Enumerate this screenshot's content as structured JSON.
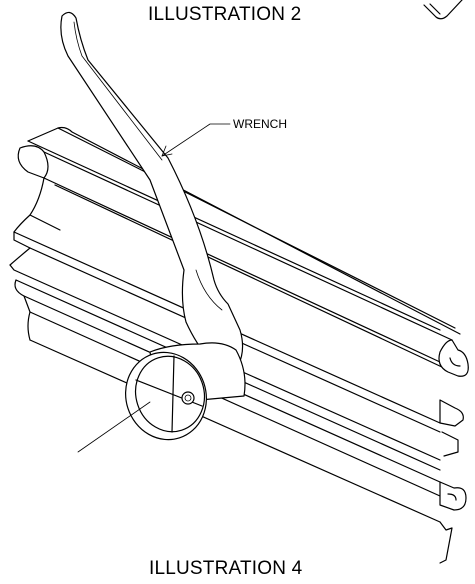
{
  "captions": {
    "top": "ILLUSTRATION 2",
    "bottom": "ILLUSTRATION 4"
  },
  "callouts": {
    "wrench": "WRENCH"
  }
}
